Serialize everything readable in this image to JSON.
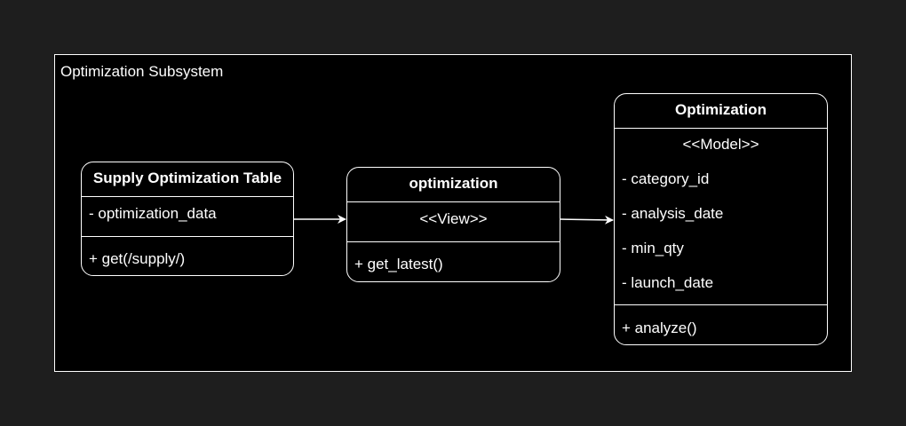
{
  "subsystem": {
    "title": "Optimization Subsystem"
  },
  "table_class": {
    "name": "Supply Optimization Table",
    "attributes": [
      "- optimization_data"
    ],
    "methods": [
      "+ get(/supply/)"
    ]
  },
  "view_class": {
    "name": "optimization",
    "stereotype": "<<View>>",
    "methods": [
      "+ get_latest()"
    ]
  },
  "model_class": {
    "name": "Optimization",
    "stereotype": "<<Model>>",
    "attributes": [
      "- category_id",
      "- analysis_date",
      "- min_qty",
      "- launch_date"
    ],
    "methods": [
      "+ analyze()"
    ]
  },
  "colors": {
    "background": "#1e1e1e",
    "container_fill": "#000000",
    "stroke": "#ffffff",
    "text": "#ffffff"
  }
}
